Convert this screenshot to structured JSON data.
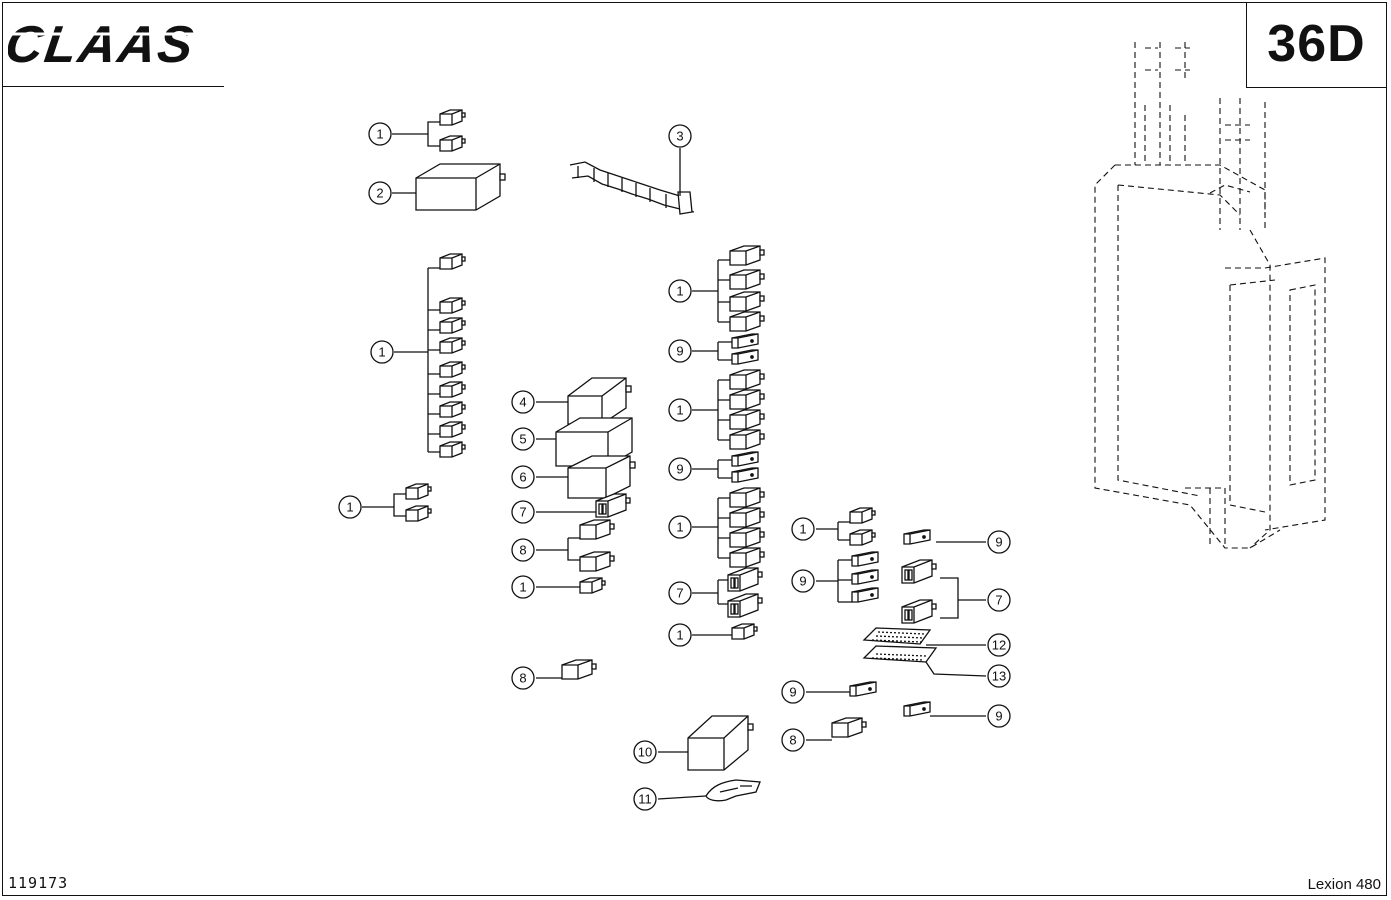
{
  "header": {
    "brand": "CLAAS",
    "page_code": "36D"
  },
  "footer": {
    "doc_number": "119173",
    "model": "Lexion 480"
  },
  "callouts": [
    {
      "label": "1"
    },
    {
      "label": "2"
    },
    {
      "label": "3"
    },
    {
      "label": "1"
    },
    {
      "label": "1"
    },
    {
      "label": "4"
    },
    {
      "label": "5"
    },
    {
      "label": "6"
    },
    {
      "label": "7"
    },
    {
      "label": "8"
    },
    {
      "label": "1"
    },
    {
      "label": "8"
    },
    {
      "label": "1"
    },
    {
      "label": "9"
    },
    {
      "label": "1"
    },
    {
      "label": "9"
    },
    {
      "label": "1"
    },
    {
      "label": "7"
    },
    {
      "label": "1"
    },
    {
      "label": "10"
    },
    {
      "label": "11"
    },
    {
      "label": "1"
    },
    {
      "label": "9"
    },
    {
      "label": "9"
    },
    {
      "label": "7"
    },
    {
      "label": "12"
    },
    {
      "label": "13"
    },
    {
      "label": "9"
    },
    {
      "label": "8"
    },
    {
      "label": "9"
    }
  ]
}
